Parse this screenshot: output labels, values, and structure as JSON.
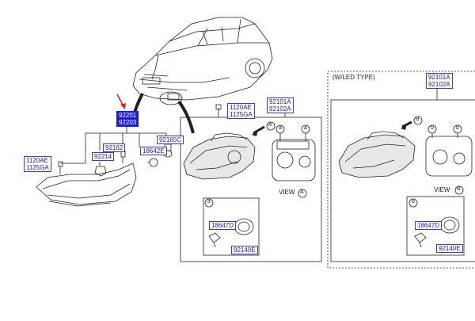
{
  "section_title": "(W/LED TYPE)",
  "view_label": "VIEW",
  "ref_a": "a",
  "ref_b": "b",
  "ref_A": "A",
  "ref_B": "B",
  "callouts": {
    "c92201": "92201",
    "c92203": "92203",
    "c1120ae_left": "1120AE",
    "c1125ga_left": "1125GA",
    "c92214": "92214",
    "c92162": "92162",
    "c18642e": "18642E",
    "c92165c": "92165C",
    "c1120ae_mid": "1120AE",
    "c1125ga_mid": "1125GA",
    "c92101a_left": "92101A",
    "c92102a_left": "92102A",
    "c92101a_right": "92101A",
    "c92102a_right": "92102A",
    "c18647d_left": "18647D",
    "c92140e_left": "92140E",
    "c18647d_right": "18647D",
    "c92140e_right": "92140E"
  },
  "colors": {
    "line": "#222222",
    "callout_text": "#1a1aa8",
    "callout_border": "#3a3ad0",
    "highlight": "#1c1cd8",
    "arrow": "#e02020"
  }
}
